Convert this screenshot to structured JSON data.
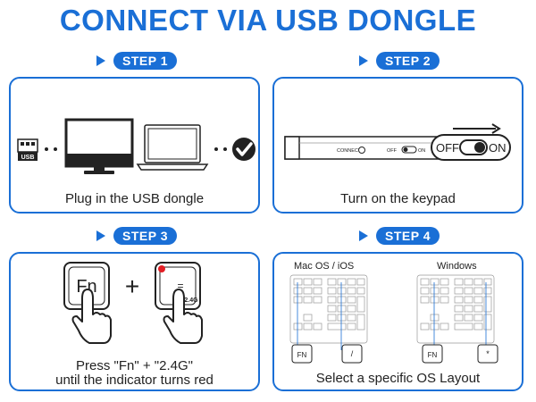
{
  "title": "CONNECT VIA USB DONGLE",
  "colors": {
    "accent": "#1a6fd6",
    "indicator": "#e31e24",
    "check": "#222222"
  },
  "steps": [
    {
      "label": "STEP 1",
      "caption": "Plug in the USB dongle",
      "icons": [
        "usb-dongle-icon",
        "monitor-icon",
        "laptop-icon",
        "checkmark-icon"
      ],
      "usb_label": "USB"
    },
    {
      "label": "STEP 2",
      "caption": "Turn on the keypad",
      "connect_label": "CONNECT",
      "switch_off": "OFF",
      "switch_on": "ON",
      "zoom_off": "OFF",
      "zoom_on": "ON"
    },
    {
      "label": "STEP 3",
      "caption_line1": "Press \"Fn\" + \"2.4G\"",
      "caption_line2": "until the indicator turns red",
      "key_fn": "Fn",
      "plus": "+",
      "key_eq": "=",
      "key_24g": "2.4G"
    },
    {
      "label": "STEP 4",
      "caption": "Select a specific OS Layout",
      "mac_label": "Mac OS / iOS",
      "win_label": "Windows",
      "mac_keys": [
        "FN",
        "/"
      ],
      "win_keys": [
        "FN",
        "*"
      ]
    }
  ]
}
